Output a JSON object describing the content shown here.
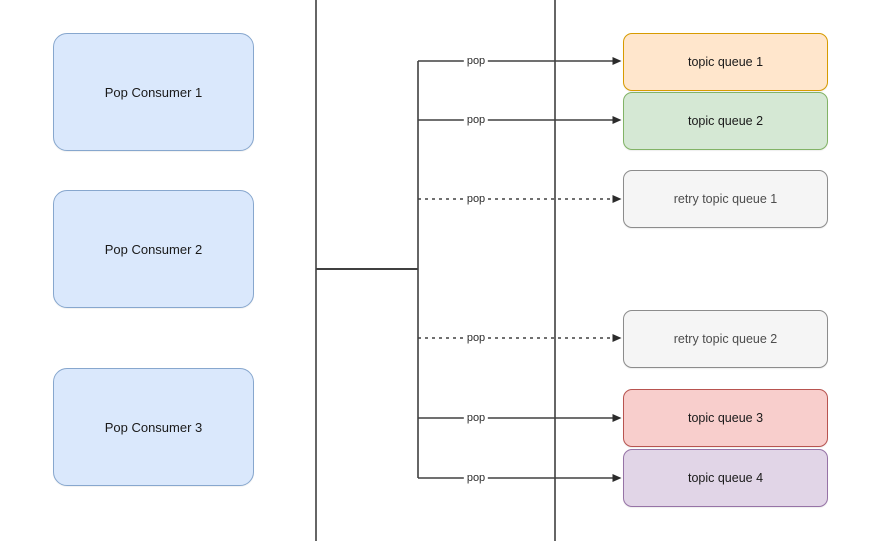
{
  "diagram": {
    "consumers": [
      {
        "label": "Pop Consumer 1"
      },
      {
        "label": "Pop Consumer 2"
      },
      {
        "label": "Pop Consumer 3"
      }
    ],
    "queues": [
      {
        "label": "topic queue 1",
        "arrow": "solid",
        "fill": "#FFE6CC",
        "stroke": "#D79B00",
        "text": "#1A1A1A"
      },
      {
        "label": "topic queue 2",
        "arrow": "solid",
        "fill": "#D5E8D4",
        "stroke": "#82B366",
        "text": "#1A1A1A"
      },
      {
        "label": "retry topic queue 1",
        "arrow": "dashed",
        "fill": "#F5F5F5",
        "stroke": "#8C8C8C",
        "text": "#4D4D4D"
      },
      {
        "label": "retry topic queue 2",
        "arrow": "dashed",
        "fill": "#F5F5F5",
        "stroke": "#8C8C8C",
        "text": "#4D4D4D"
      },
      {
        "label": "topic queue 3",
        "arrow": "solid",
        "fill": "#F8CECC",
        "stroke": "#B85450",
        "text": "#1A1A1A"
      },
      {
        "label": "topic queue 4",
        "arrow": "solid",
        "fill": "#E1D5E7",
        "stroke": "#9673A6",
        "text": "#1A1A1A"
      }
    ],
    "edge_label": "pop",
    "colors": {
      "line": "#404040",
      "consumer_fill": "#DAE8FC",
      "consumer_stroke": "#87A7CE",
      "background": "#FFFFFF"
    }
  }
}
